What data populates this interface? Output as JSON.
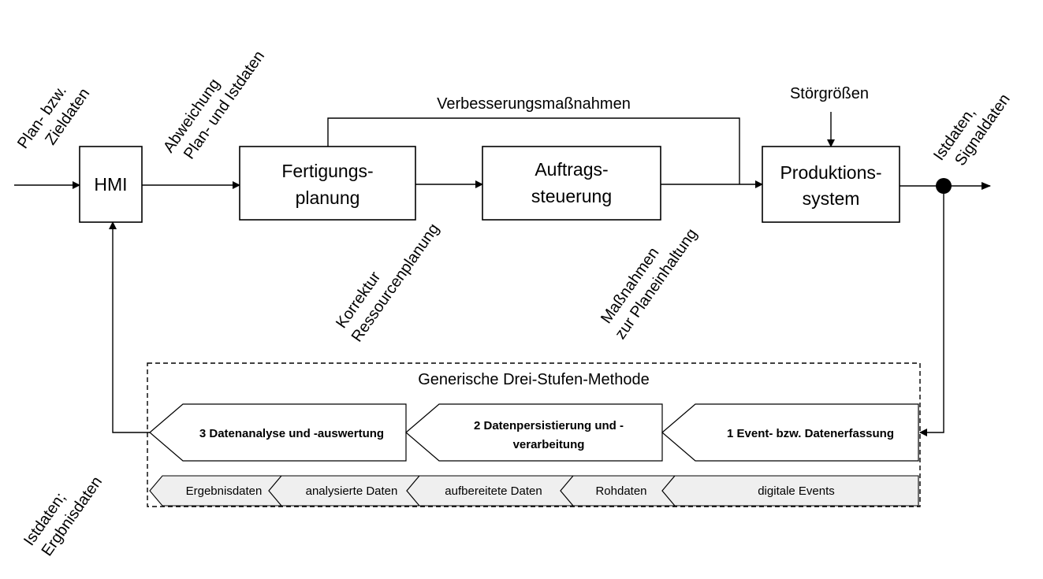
{
  "boxes": {
    "hmi": "HMI",
    "fertigung_line1": "Fertigungs-",
    "fertigung_line2": "planung",
    "auftrag_line1": "Auftrags-",
    "auftrag_line2": "steuerung",
    "produktion_line1": "Produktions-",
    "produktion_line2": "system"
  },
  "labels": {
    "input_line1": "Plan- bzw.",
    "input_line2": "Zieldaten",
    "abweichung_line1": "Abweichung",
    "abweichung_line2": "Plan- und Istdaten",
    "verbesserung": "Verbesserungsmaßnahmen",
    "stoergroessen": "Störgrößen",
    "output_line1": "Istdaten,",
    "output_line2": "Signaldaten",
    "korrektur_line1": "Korrektur",
    "korrektur_line2": "Ressourcenplanung",
    "massnahmen_line1": "Maßnahmen",
    "massnahmen_line2": "zur Planeinhaltung",
    "feedback_line1": "Istdaten;",
    "feedback_line2": "Ergbnisdaten"
  },
  "method": {
    "title": "Generische Drei-Stufen-Methode",
    "stage3": "3 Datenanalyse und -auswertung",
    "stage2_line1": "2 Datenpersistierung und -",
    "stage2_line2": "verarbeitung",
    "stage1": "1 Event- bzw. Datenerfassung",
    "data_flow": [
      "Ergebnisdaten",
      "analysierte Daten",
      "aufbereitete Daten",
      "Rohdaten",
      "digitale Events"
    ]
  }
}
